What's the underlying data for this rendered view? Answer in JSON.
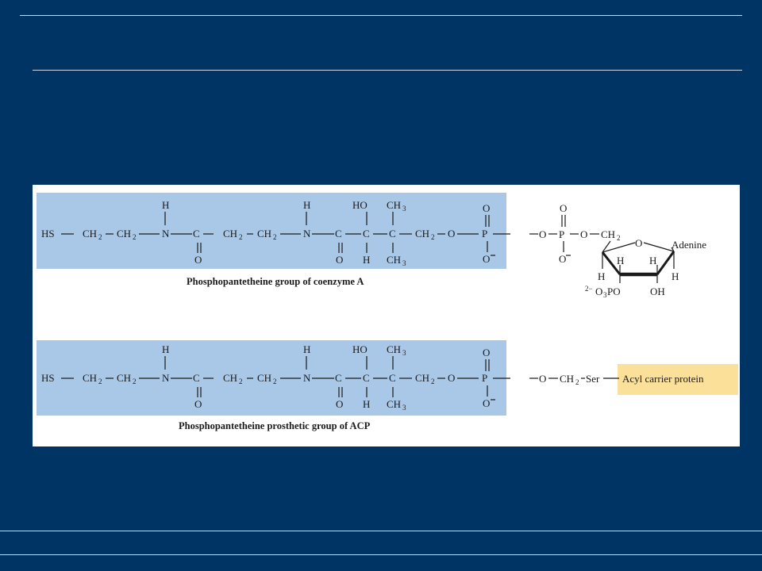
{
  "colors": {
    "background": "#003465",
    "panel": "#ffffff",
    "highlight_blue": "#a9c8e8",
    "highlight_yellow": "#fbe09a",
    "rule_line": "#cfd8e6"
  },
  "coa": {
    "caption": "Phosphopantetheine group of coenzyme A",
    "adenine_label": "Adenine",
    "ribose_o": "O",
    "ch2": "CH",
    "h_left_low": "H",
    "h_left_up": "H",
    "h_right_up": "H",
    "h_right_low": "H",
    "oh": "OH",
    "phosphate_label": "O",
    "phosphate_rest": "PO",
    "phosphate_charge": "2−"
  },
  "acp": {
    "caption": "Phosphopantetheine prosthetic group of ACP",
    "ser": "Ser",
    "protein_label": "Acyl carrier protein"
  },
  "chain": {
    "hs": "HS",
    "ch": "CH",
    "sub2": "2",
    "sub3": "3",
    "n": "N",
    "c": "C",
    "o": "O",
    "h": "H",
    "p": "P",
    "ho": "HO",
    "o_minus": "O"
  }
}
